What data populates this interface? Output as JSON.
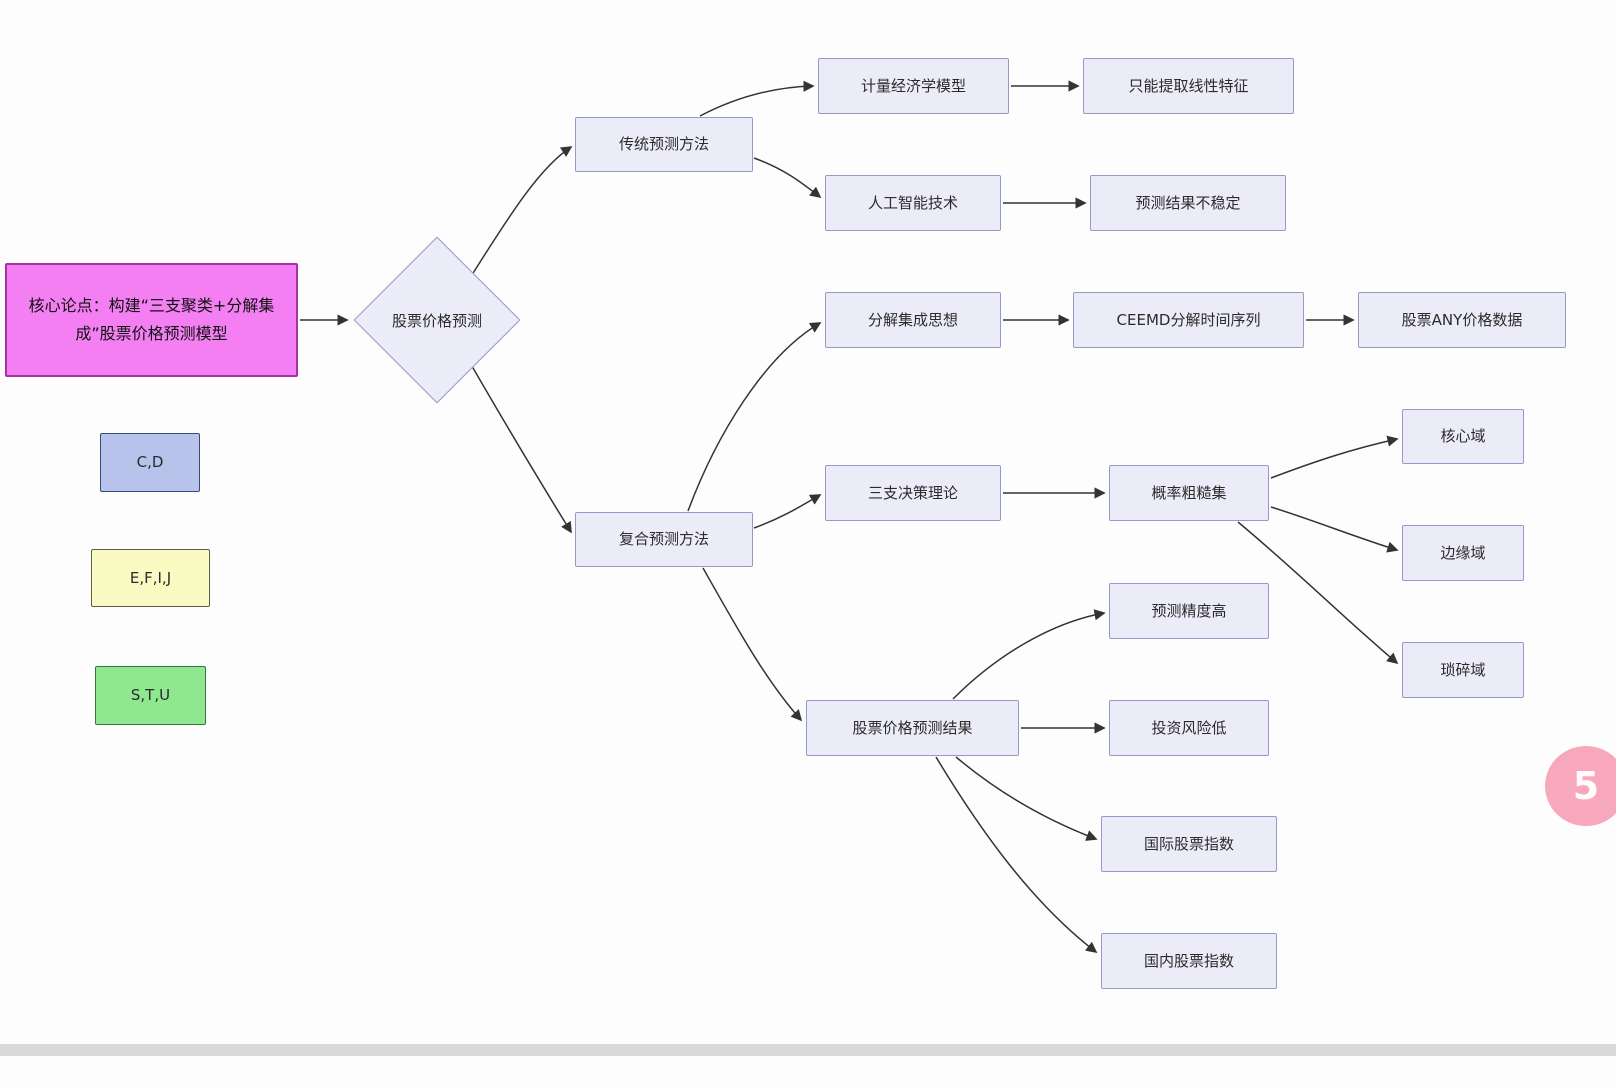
{
  "nodes": {
    "core_thesis": "核心论点：构建“三支聚类+分解集成”股票价格预测模型",
    "root": "股票价格预测",
    "traditional": "传统预测方法",
    "econometric": "计量经济学模型",
    "linear_only": "只能提取线性特征",
    "ai_tech": "人工智能技术",
    "unstable": "预测结果不稳定",
    "composite": "复合预测方法",
    "decomp_ensemble": "分解集成思想",
    "ceemd": "CEEMD分解时间序列",
    "any_price": "股票ANY价格数据",
    "three_way": "三支决策理论",
    "prob_rough": "概率粗糙集",
    "core_domain": "核心域",
    "boundary_domain": "边缘域",
    "trivial_domain": "琐碎域",
    "result": "股票价格预测结果",
    "high_accuracy": "预测精度高",
    "low_risk": "投资风险低",
    "intl_index": "国际股票指数",
    "domestic_index": "国内股票指数"
  },
  "legend": {
    "blue": "C,D",
    "yellow": "E,F,I,J",
    "green": "S,T,U"
  },
  "badge": {
    "label": "5"
  },
  "colors": {
    "node_fill": "#ececf9",
    "node_border": "#9698c9",
    "core_fill": "#f37ff3",
    "core_border": "#a334a3",
    "legend_blue_fill": "#b7c3ea",
    "legend_yellow_fill": "#fafac3",
    "legend_green_fill": "#8fe78f",
    "edge_color": "#333333",
    "badge_pink": "#f7a8bc"
  }
}
